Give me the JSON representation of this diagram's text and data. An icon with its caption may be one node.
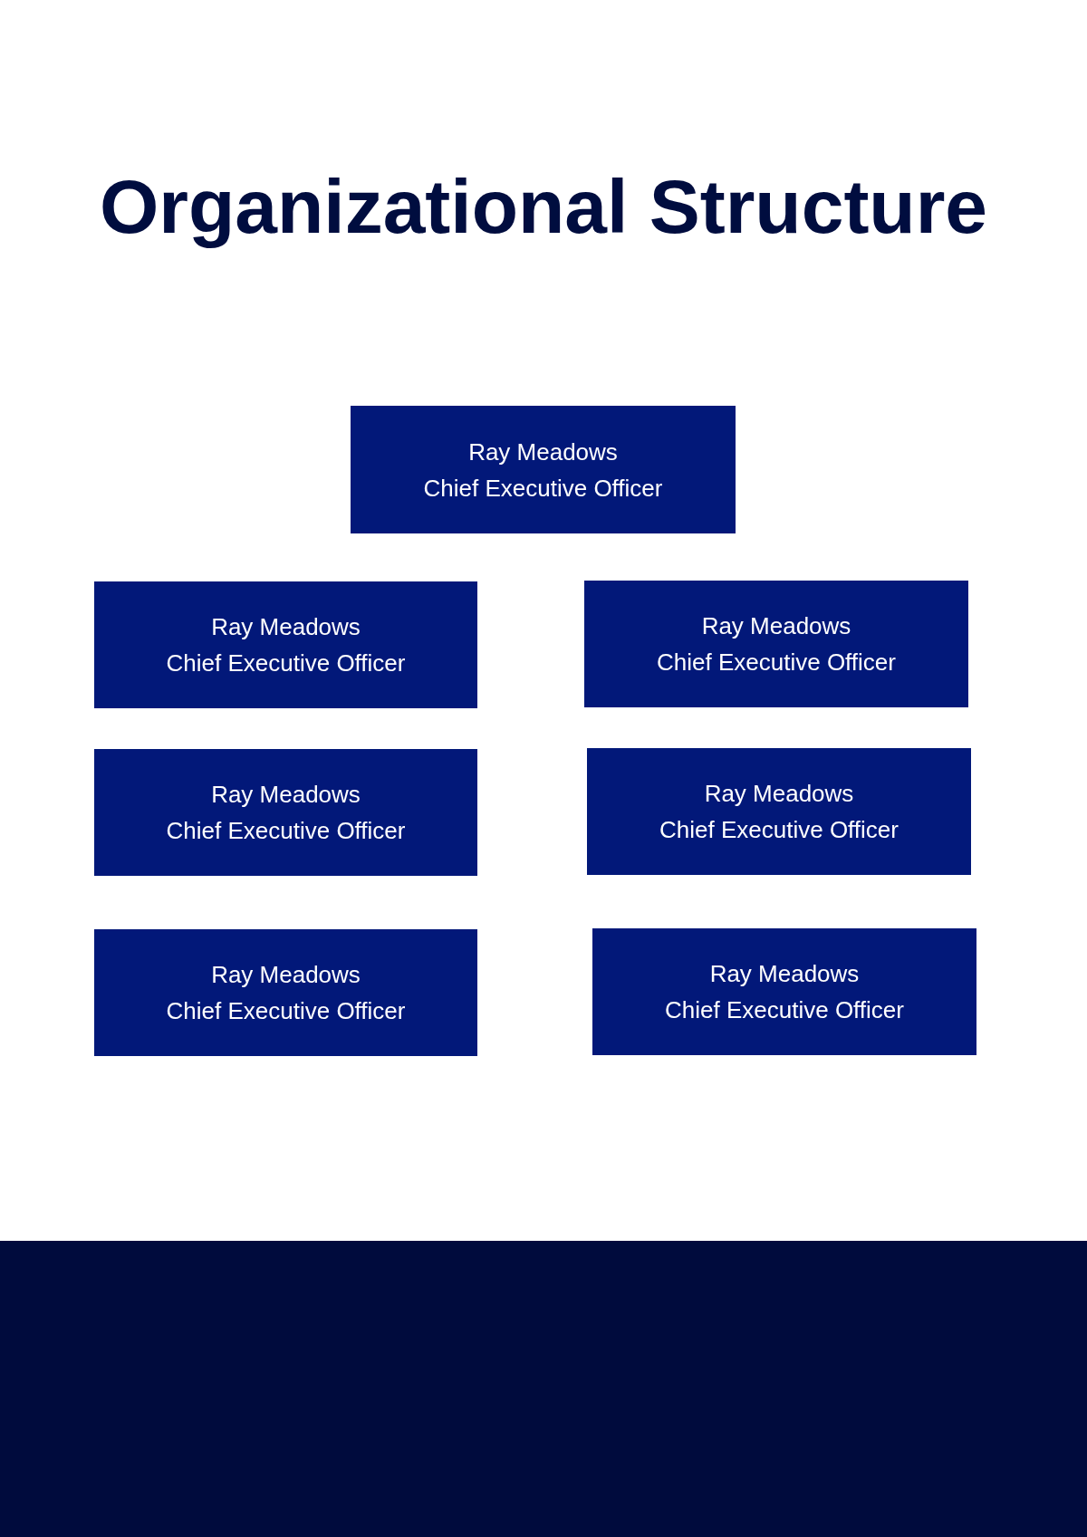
{
  "diagram": {
    "title": "Organizational Structure",
    "nodes": [
      {
        "text": [
          "Ray Meadows",
          "Chief Executive Officer"
        ]
      },
      {
        "text": [
          "Ray Meadows",
          "Chief Executive Officer"
        ]
      },
      {
        "text": [
          "Ray Meadows",
          "Chief Executive Officer"
        ]
      },
      {
        "text": [
          "Ray Meadows",
          "Chief Executive Officer"
        ]
      },
      {
        "text": [
          "Ray Meadows",
          "Chief Executive Officer"
        ]
      },
      {
        "text": [
          "Ray Meadows",
          "Chief Executive Officer"
        ]
      },
      {
        "text": [
          "Ray Meadows",
          "Chief Executive Officer"
        ]
      }
    ],
    "edges": []
  }
}
